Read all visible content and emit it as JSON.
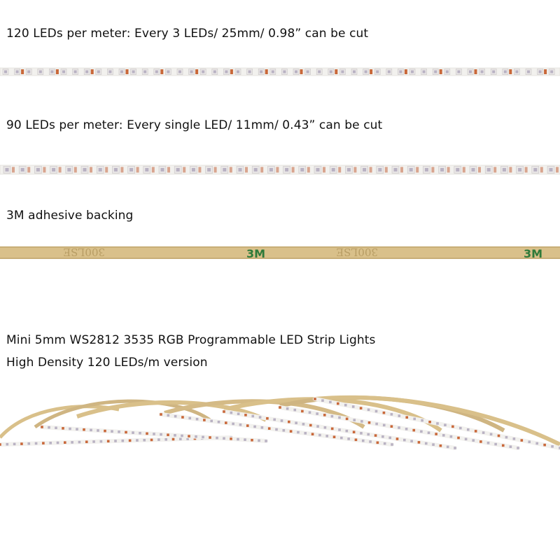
{
  "captions": {
    "strip_120": "120 LEDs per meter:   Every 3 LEDs/ 25mm/ 0.98” can be cut",
    "strip_90": "90 LEDs per meter:   Every single LED/ 11mm/ 0.43” can be cut",
    "adhesive": "3M adhesive backing",
    "product_title": "Mini 5mm WS2812 3535 RGB Programmable LED Strip Lights",
    "product_subtitle": "High Density 120 LEDs/m version"
  },
  "tape_print": {
    "brand": "3M",
    "code": "300LSE"
  },
  "colors": {
    "pcb_white": "#f2f1ee",
    "led_body": "#e9e6e6",
    "led_lens": "#b9b2c3",
    "resistor": "#c9683a",
    "tape_tan": "#d9c08a",
    "tape_text": "#b89d64",
    "tape_logo": "#2f7a3a"
  }
}
